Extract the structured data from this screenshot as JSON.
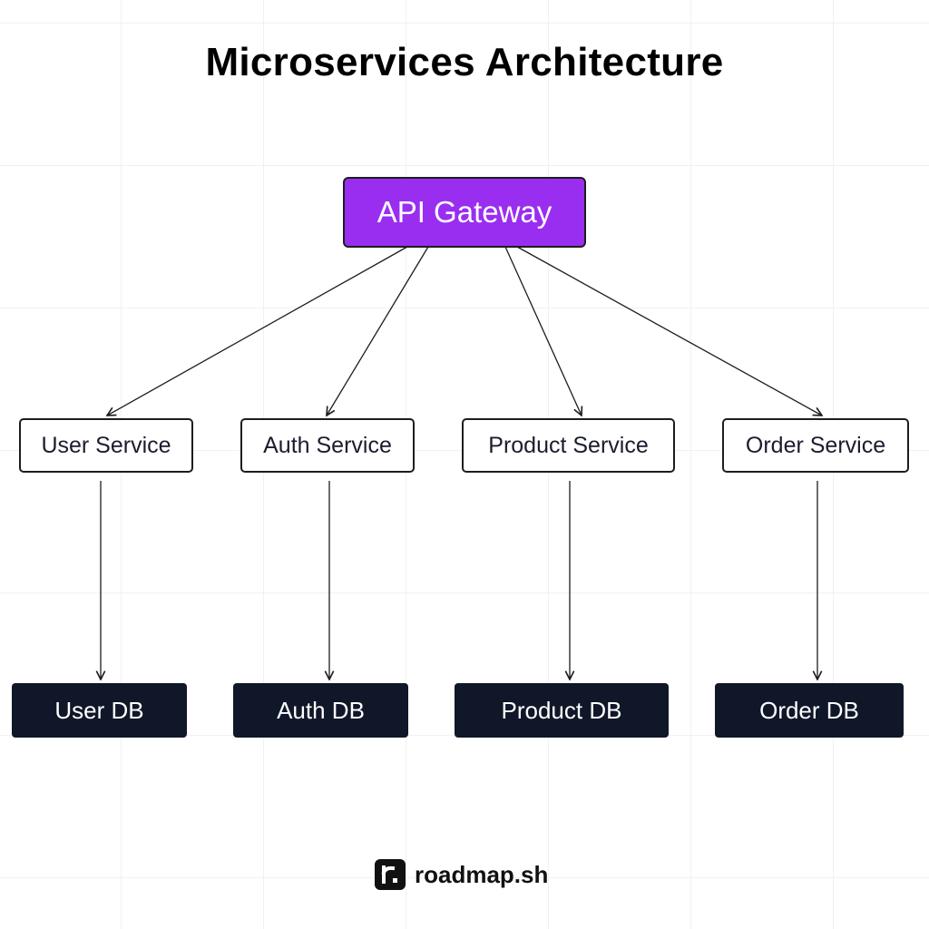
{
  "title": "Microservices Architecture",
  "gateway": {
    "label": "API Gateway",
    "color": "#9a2ef0"
  },
  "services": [
    {
      "id": "user",
      "label": "User Service",
      "db": "User DB"
    },
    {
      "id": "auth",
      "label": "Auth Service",
      "db": "Auth DB"
    },
    {
      "id": "product",
      "label": "Product Service",
      "db": "Product DB"
    },
    {
      "id": "order",
      "label": "Order Service",
      "db": "Order DB"
    }
  ],
  "brand": {
    "text": "roadmap.sh",
    "icon": "roadmap-logo-icon"
  },
  "colors": {
    "db": "#0f1729",
    "edge": "#1d1d1d"
  }
}
